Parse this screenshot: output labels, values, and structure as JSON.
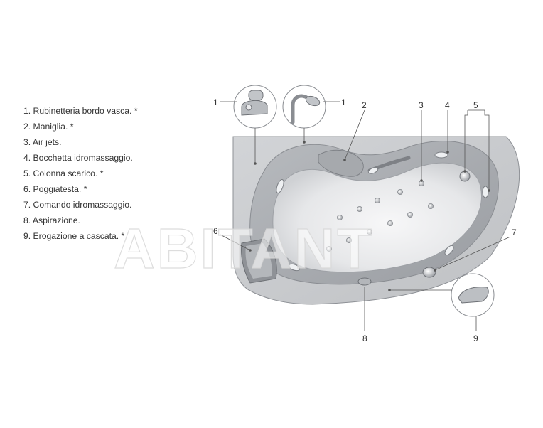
{
  "legend": {
    "items": [
      "1. Rubinetteria bordo vasca. *",
      "2. Maniglia. *",
      "3. Air jets.",
      "4. Bocchetta idromassaggio.",
      "5. Colonna scarico. *",
      "6. Poggiatesta. *",
      "7. Comando idromassaggio.",
      "8. Aspirazione.",
      "9. Erogazione a cascata. *"
    ]
  },
  "callouts": {
    "c1a": "1",
    "c1b": "1",
    "c2": "2",
    "c3": "3",
    "c4": "4",
    "c5": "5",
    "c6": "6",
    "c7": "7",
    "c8": "8",
    "c9": "9"
  },
  "watermark": "ABITANT",
  "colors": {
    "tub_deck": "#c9cbce",
    "tub_rim": "#a9acb0",
    "tub_basin": "#e9eaec",
    "leader": "#555555",
    "text": "#333333"
  }
}
